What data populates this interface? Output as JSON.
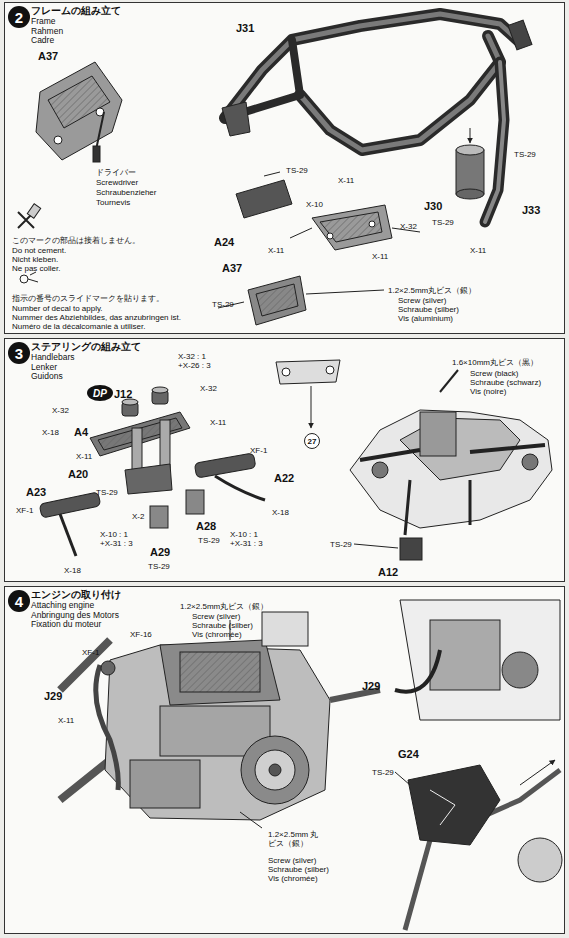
{
  "diagram": {
    "nodes": [
      {
        "text": [
          "フレームの組み立て",
          "Frame",
          "Rahmen",
          "Cadre"
        ]
      },
      {
        "text": [
          "2"
        ],
        "in": 0
      },
      {
        "text": [
          "ステアリングの組み立て",
          "Handlebars",
          "Lenker",
          "Guidons"
        ]
      },
      {
        "text": [
          "3"
        ],
        "in": 2
      },
      {
        "text": [
          "DP"
        ],
        "in": 2
      },
      {
        "text": [
          "27"
        ],
        "in": 2
      },
      {
        "text": [
          "エンジンの取り付け",
          "Attaching engine",
          "Anbringung des Motors",
          "Fixation du moteur"
        ]
      },
      {
        "text": [
          "4"
        ],
        "in": 6
      }
    ],
    "labels": [
      "A37",
      "ドライバー",
      "Screwdriver",
      "Schraubenzieher",
      "Tournevis",
      "このマークの部品は接着しません。",
      "Do not cement.",
      "Nicht kleben.",
      "Ne pas coller.",
      "指示の番号のスライドマークを貼ります。",
      "Number of decal to apply.",
      "Nummer des Abziehbildes, das anzubringen ist.",
      "Numéro de la décalcomanie à utiliser.",
      "J31",
      "J30",
      "TS-29",
      "TS-29",
      "J33",
      "TS-29",
      "A24",
      "X-11",
      "X-10",
      "X-32",
      "X-11",
      "X-11",
      "X-11",
      "A37",
      "TS-29",
      "1.2×2.5mm丸ビス（銀）",
      "Screw (silver)",
      "Schraube (silber)",
      "Vis (aluminium)",
      "X-32 : 1",
      "+X-26 : 3",
      "J12",
      "X-32",
      "X-32",
      "X-11",
      "X-18",
      "A4",
      "X-11",
      "A20",
      "TS-29",
      "XF-1",
      "A22",
      "A23",
      "XF-1",
      "X-18",
      "X-2",
      "A28",
      "TS-29",
      "X-18",
      "A29",
      "TS-29",
      "X-10 : 1",
      "+X-31 : 3",
      "X-10 : 1",
      "+X-31 : 3",
      "1.6×10mm丸ビス（黒）",
      "Screw (black)",
      "Schraube (schwarz)",
      "Vis (noire)",
      "TS-29",
      "A12",
      "1.2×2.5mm丸ビス（銀）",
      "Screw (silver)",
      "Schraube (silber)",
      "Vis (chromée)",
      "XF-16",
      "XF-1",
      "J29",
      "X-11",
      "1.2×2.5mm 丸ビス（銀）",
      "Screw (silver)",
      "Schraube (silber)",
      "Vis (chromée)",
      "J29",
      "G24",
      "TS-29"
    ]
  }
}
